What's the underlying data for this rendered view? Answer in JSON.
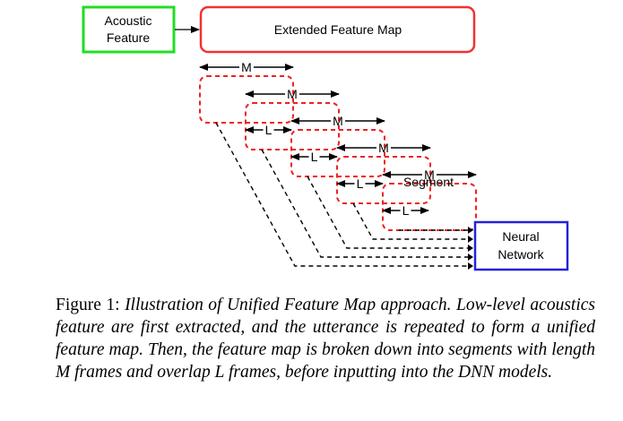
{
  "diagram": {
    "nodes": {
      "acoustic_feature": {
        "lines": [
          "Acoustic",
          "Feature"
        ],
        "border_color": "#22dd22"
      },
      "feature_map": {
        "label": "Extended Feature Map",
        "border_color": "#ee3333"
      },
      "neural_network": {
        "lines": [
          "Neural",
          "Network"
        ],
        "border_color": "#2222dd"
      }
    },
    "segment_label": "Segment",
    "segment_border_color": "#ee2222",
    "dimension_labels": {
      "length": "M",
      "overlap": "L"
    },
    "segment_count": 5
  },
  "caption": {
    "prefix": "Figure 1: ",
    "text": "Illustration of Unified Feature Map approach. Low-level acoustics feature are first extracted, and the utterance is repeated to form a unified feature map. Then, the feature map is broken down into segments with length M frames and overlap L frames, before inputting into the DNN models."
  }
}
